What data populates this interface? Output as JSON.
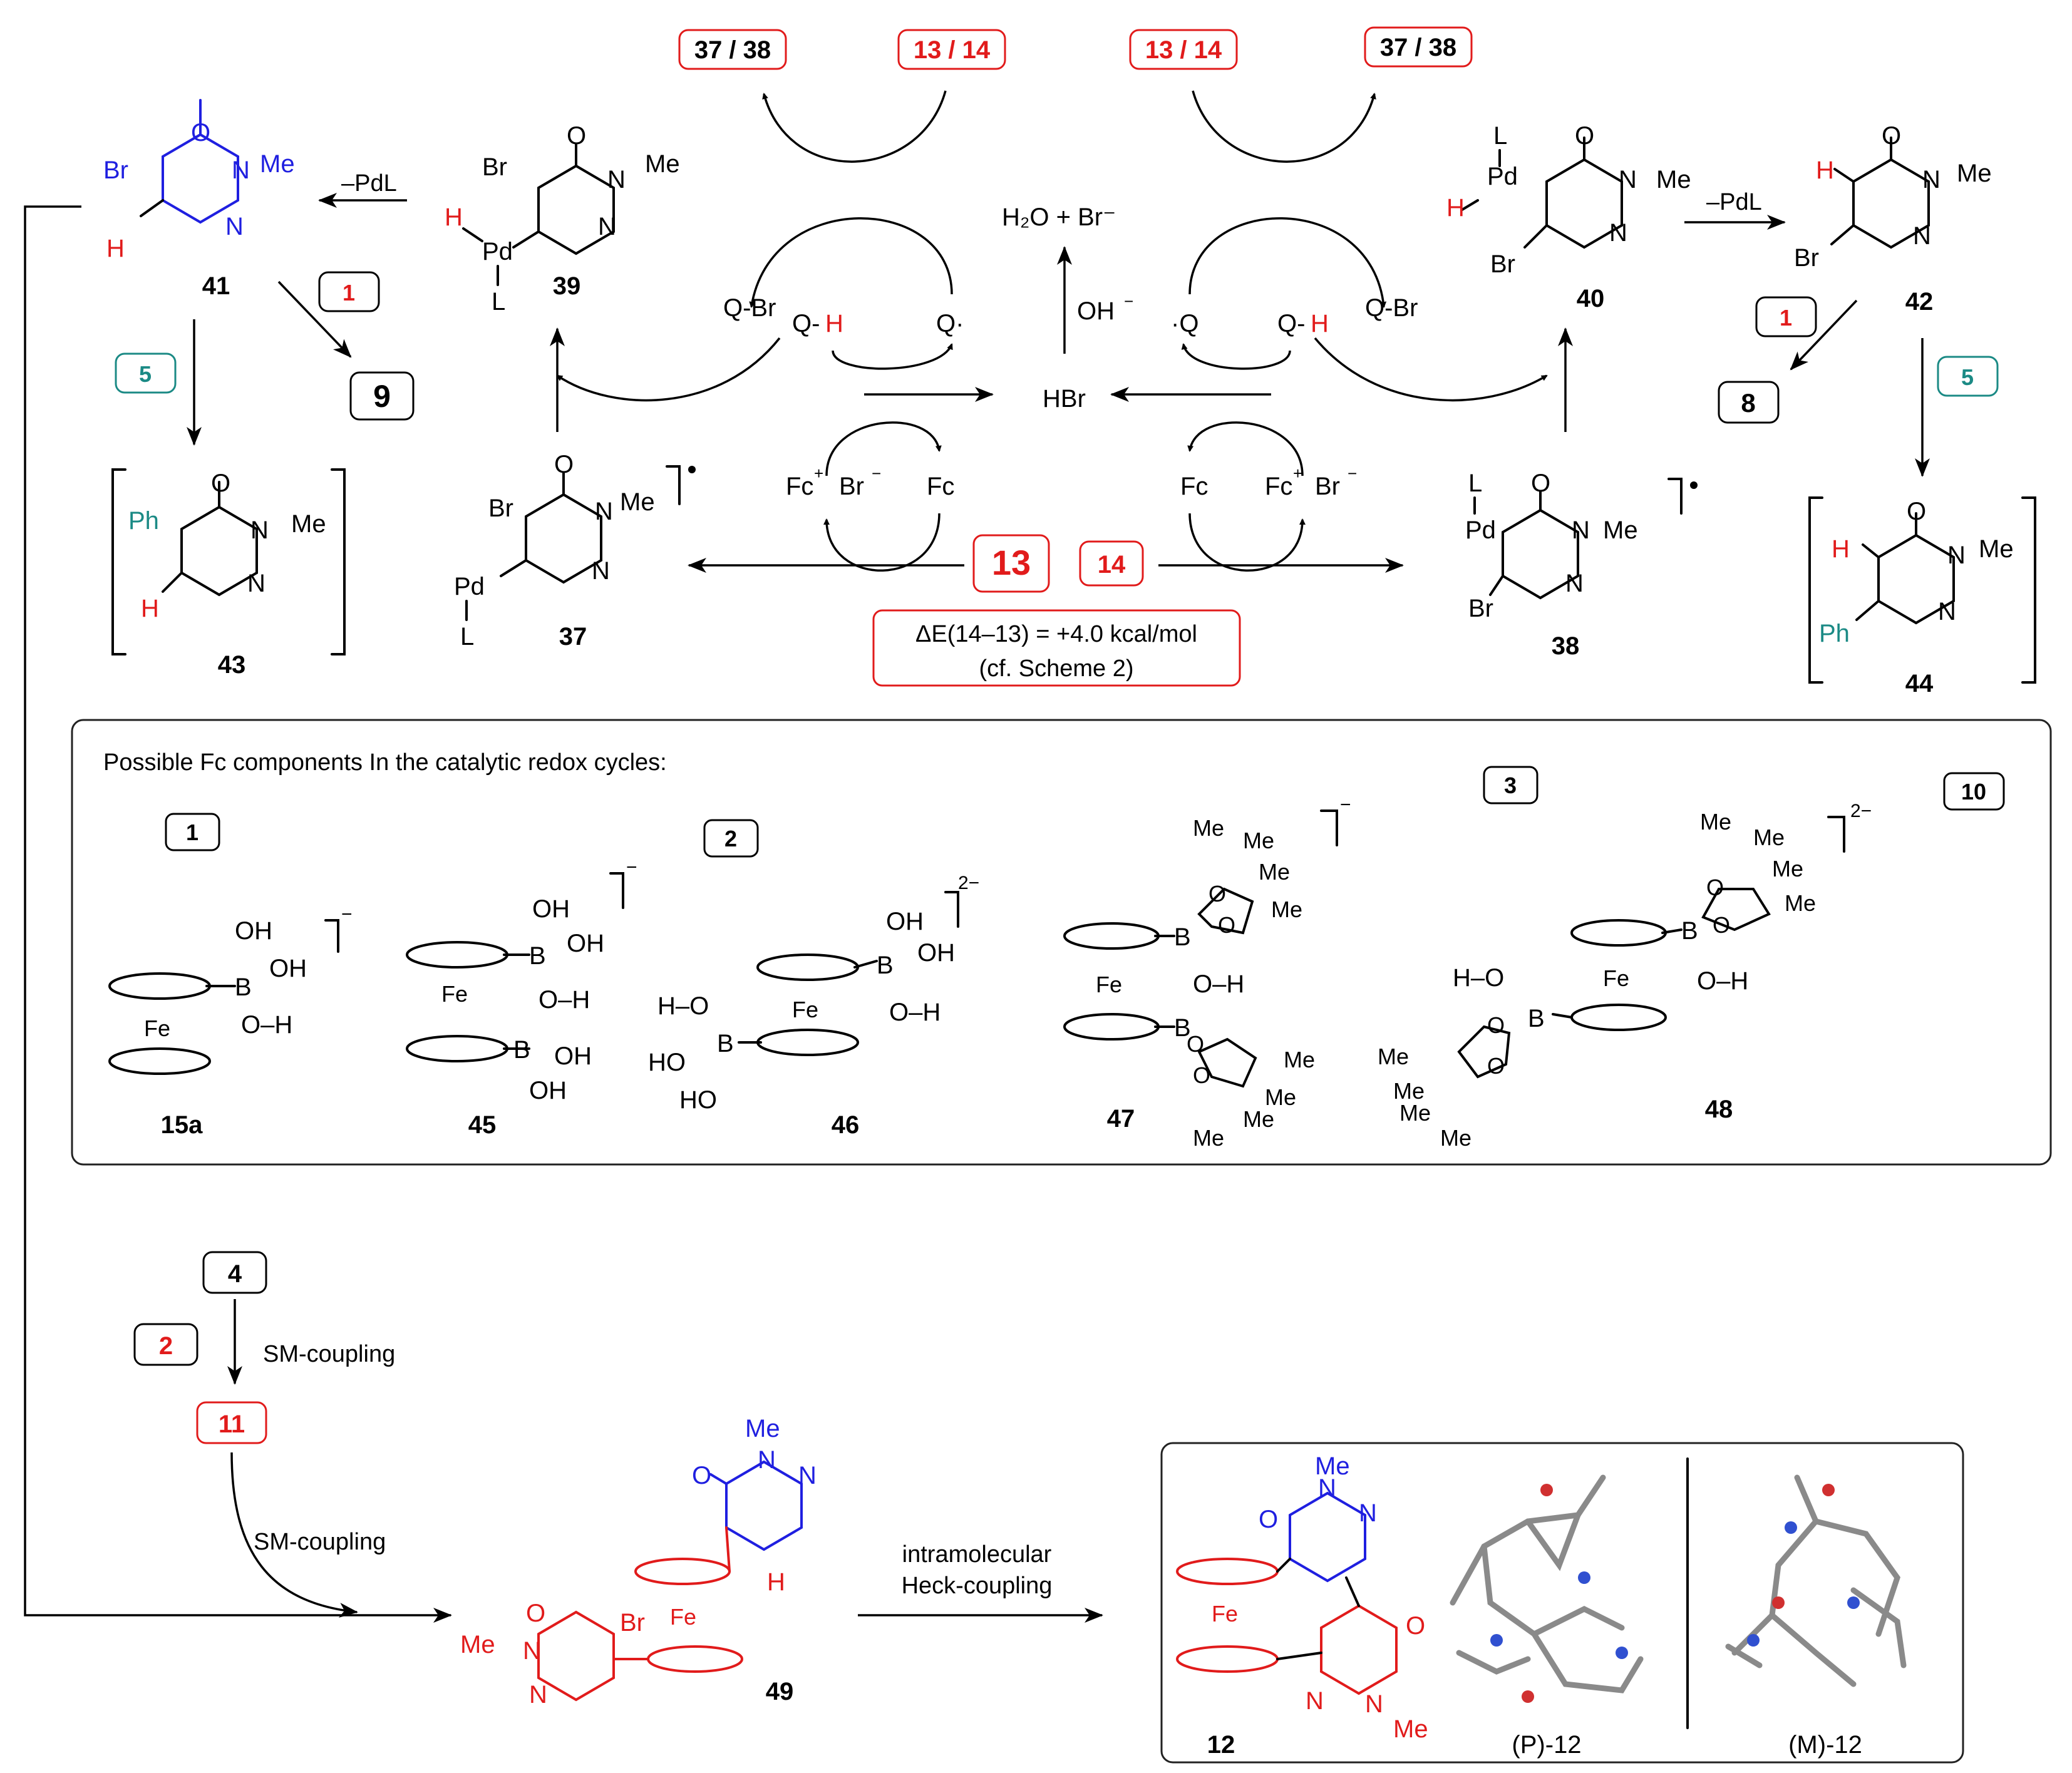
{
  "labels": {
    "c41": "41",
    "c39": "39",
    "c40": "40",
    "c42": "42",
    "c43": "43",
    "c44": "44",
    "c37": "37",
    "c38": "38",
    "c9": "9",
    "c8": "8",
    "c13": "13",
    "c14": "14",
    "c15a": "15a",
    "c45": "45",
    "c46": "46",
    "c47": "47",
    "c48": "48",
    "c49": "49",
    "c12": "12"
  },
  "boxes": {
    "top1": "37 / 38",
    "top2": "13 / 14",
    "top3": "13 / 14",
    "top4": "37 / 38",
    "b1_left": "1",
    "b5_left": "5",
    "b1_right": "1",
    "b5_right": "5",
    "p1": "1",
    "p2": "2",
    "p3": "3",
    "p10": "10",
    "b4": "4",
    "b2": "2",
    "b11": "11"
  },
  "reagents": {
    "minus_pdl": "–PdL",
    "h2o_br": "H₂O  + Br⁻",
    "oh": "OH",
    "hbr": "HBr",
    "qbr": "Q-Br",
    "qh": "Q-H",
    "qdot": "Q·",
    "dotq": "·Q",
    "fc": "Fc",
    "fcplus_br": "Fc⁺ Br⁻"
  },
  "energy": {
    "line1": "ΔE(14–13) = +4.0 kcal/mol",
    "line2": "(cf. Scheme 2)"
  },
  "panel": {
    "title": "Possible Fc components In the catalytic redox cycles:"
  },
  "bottom": {
    "sm1": "SM-coupling",
    "sm2": "SM-coupling",
    "heck1": "intramolecular",
    "heck2": "Heck-coupling",
    "p12": "(P)-12",
    "m12": "(M)-12"
  },
  "atoms": {
    "Br": "Br",
    "Me": "Me",
    "O": "O",
    "N": "N",
    "H": "H",
    "Pd": "Pd",
    "L": "L",
    "Ph": "Ph",
    "Fe": "Fe",
    "B": "B",
    "OH": "OH",
    "OH_H": "O–H",
    "HO": "HO",
    "H_O": "H–O"
  }
}
